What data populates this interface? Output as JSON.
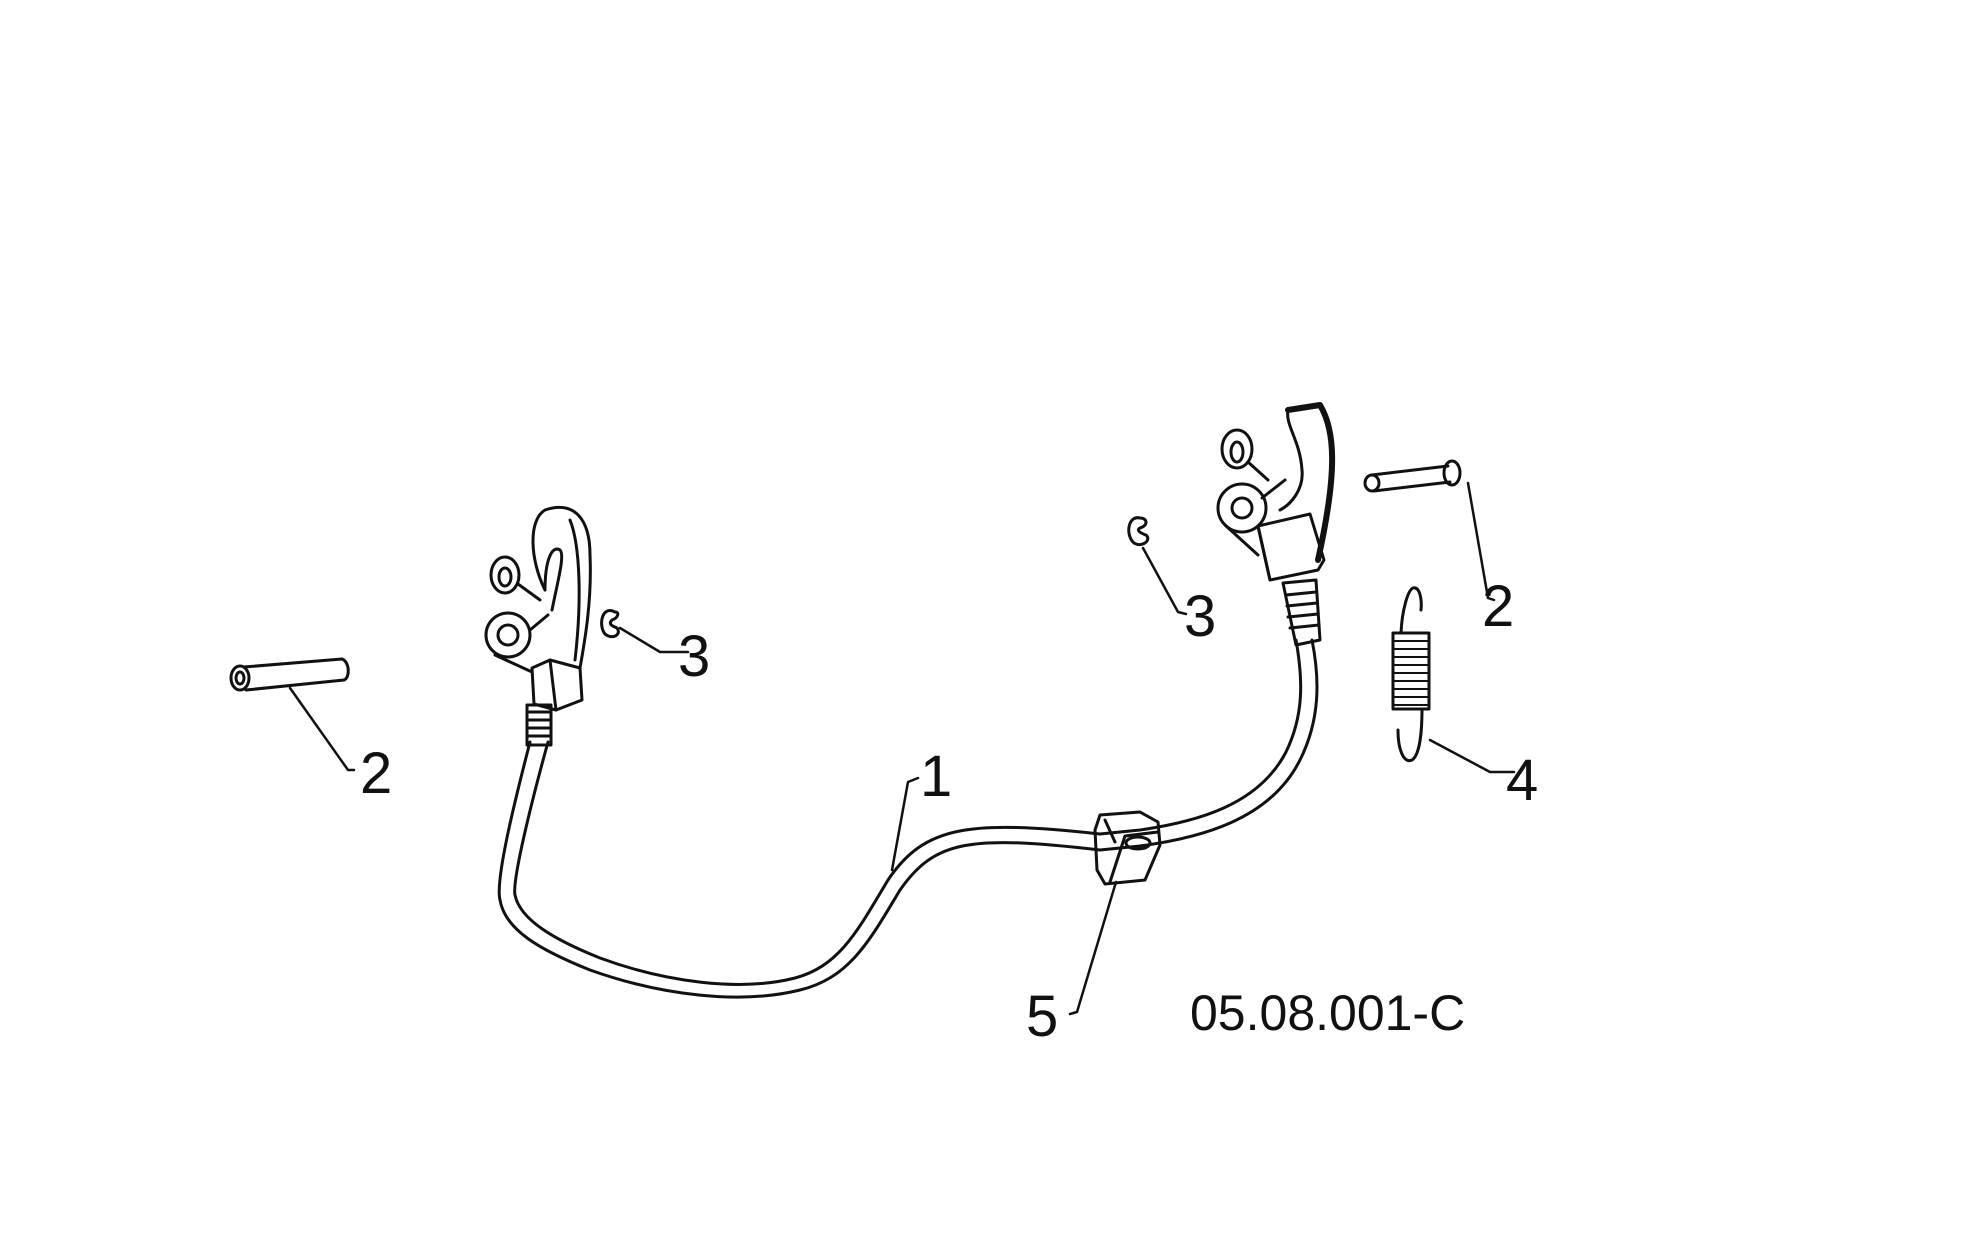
{
  "diagram": {
    "type": "exploded parts diagram",
    "figure_code": "05.08.001-C",
    "callouts": [
      {
        "id": "callout-1",
        "label": "1",
        "part": "cable"
      },
      {
        "id": "callout-2-left",
        "label": "2",
        "part": "pin"
      },
      {
        "id": "callout-2-right",
        "label": "2",
        "part": "pin"
      },
      {
        "id": "callout-3-left",
        "label": "3",
        "part": "e-clip"
      },
      {
        "id": "callout-3-right",
        "label": "3",
        "part": "e-clip"
      },
      {
        "id": "callout-4",
        "label": "4",
        "part": "spring"
      },
      {
        "id": "callout-5",
        "label": "5",
        "part": "cable-clamp"
      }
    ]
  },
  "colors": {
    "ink": "#111111",
    "background": "#ffffff"
  }
}
